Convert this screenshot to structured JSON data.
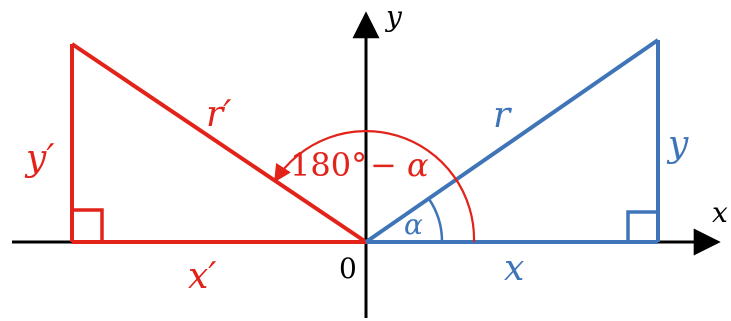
{
  "colors": {
    "red": "#e2231a",
    "blue": "#3f75b8",
    "axis": "#000000"
  },
  "labels": {
    "y_axis": "y",
    "x_axis": "x",
    "origin": "0",
    "r_prime": "r′",
    "y_prime": "y′",
    "x_prime": "x′",
    "r": "r",
    "y": "y",
    "x": "x",
    "alpha": "α",
    "angle_supplement_num": "180°",
    "angle_supplement_rest": "− α"
  }
}
